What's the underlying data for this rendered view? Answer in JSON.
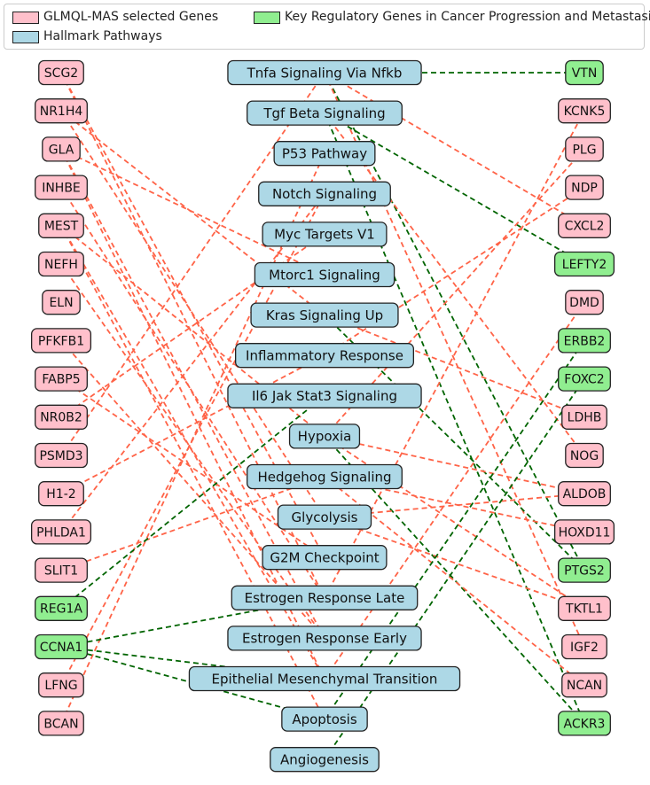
{
  "legend": {
    "genes": "GLMQL-MAS selected Genes",
    "pathways": "Hallmark Pathways",
    "key": "Key Regulatory Genes in Cancer Progression and Metastasis"
  },
  "colors": {
    "gene_fill": "#ffc0cb",
    "key_fill": "#90ee90",
    "pathway_fill": "#add8e6",
    "edge_gene": "#ff6347",
    "edge_key": "#006400",
    "stroke": "#222222"
  },
  "left_nodes": [
    {
      "id": "SCG2",
      "key": false
    },
    {
      "id": "NR1H4",
      "key": false
    },
    {
      "id": "GLA",
      "key": false
    },
    {
      "id": "INHBE",
      "key": false
    },
    {
      "id": "MEST",
      "key": false
    },
    {
      "id": "NEFH",
      "key": false
    },
    {
      "id": "ELN",
      "key": false
    },
    {
      "id": "PFKFB1",
      "key": false
    },
    {
      "id": "FABP5",
      "key": false
    },
    {
      "id": "NR0B2",
      "key": false
    },
    {
      "id": "PSMD3",
      "key": false
    },
    {
      "id": "H1-2",
      "key": false
    },
    {
      "id": "PHLDA1",
      "key": false
    },
    {
      "id": "SLIT1",
      "key": false
    },
    {
      "id": "REG1A",
      "key": true
    },
    {
      "id": "CCNA1",
      "key": true
    },
    {
      "id": "LFNG",
      "key": false
    },
    {
      "id": "BCAN",
      "key": false
    }
  ],
  "pathways": [
    "Tnfa Signaling Via Nfkb",
    "Tgf Beta Signaling",
    "P53 Pathway",
    "Notch Signaling",
    "Myc Targets V1",
    "Mtorc1 Signaling",
    "Kras Signaling Up",
    "Inflammatory Response",
    "Il6 Jak Stat3 Signaling",
    "Hypoxia",
    "Hedgehog Signaling",
    "Glycolysis",
    "G2M Checkpoint",
    "Estrogen Response Late",
    "Estrogen Response Early",
    "Epithelial Mesenchymal Transition",
    "Apoptosis",
    "Angiogenesis"
  ],
  "right_nodes": [
    {
      "id": "VTN",
      "key": true
    },
    {
      "id": "KCNK5",
      "key": false
    },
    {
      "id": "PLG",
      "key": false
    },
    {
      "id": "NDP",
      "key": false
    },
    {
      "id": "CXCL2",
      "key": false
    },
    {
      "id": "LEFTY2",
      "key": true
    },
    {
      "id": "DMD",
      "key": false
    },
    {
      "id": "ERBB2",
      "key": true
    },
    {
      "id": "FOXC2",
      "key": true
    },
    {
      "id": "LDHB",
      "key": false
    },
    {
      "id": "NOG",
      "key": false
    },
    {
      "id": "ALDOB",
      "key": false
    },
    {
      "id": "HOXD11",
      "key": false
    },
    {
      "id": "PTGS2",
      "key": true
    },
    {
      "id": "TKTL1",
      "key": false
    },
    {
      "id": "IGF2",
      "key": false
    },
    {
      "id": "NCAN",
      "key": false
    },
    {
      "id": "ACKR3",
      "key": true
    }
  ],
  "edges": [
    [
      "SCG2",
      "G2M Checkpoint"
    ],
    [
      "SCG2",
      "Estrogen Response Late"
    ],
    [
      "NR1H4",
      "Kras Signaling Up"
    ],
    [
      "NR1H4",
      "Glycolysis"
    ],
    [
      "GLA",
      "Mtorc1 Signaling"
    ],
    [
      "GLA",
      "Estrogen Response Early"
    ],
    [
      "GLA",
      "Epithelial Mesenchymal Transition"
    ],
    [
      "INHBE",
      "Estrogen Response Late"
    ],
    [
      "MEST",
      "Hypoxia"
    ],
    [
      "MEST",
      "Epithelial Mesenchymal Transition"
    ],
    [
      "MEST",
      "Apoptosis"
    ],
    [
      "NEFH",
      "Estrogen Response Early"
    ],
    [
      "PFKFB1",
      "Estrogen Response Early"
    ],
    [
      "FABP5",
      "G2M Checkpoint"
    ],
    [
      "NR0B2",
      "Myc Targets V1"
    ],
    [
      "PSMD3",
      "Tnfa Signaling Via Nfkb"
    ],
    [
      "H1-2",
      "Inflammatory Response"
    ],
    [
      "PHLDA1",
      "Notch Signaling"
    ],
    [
      "SLIT1",
      "Hedgehog Signaling"
    ],
    [
      "LFNG",
      "Notch Signaling"
    ],
    [
      "BCAN",
      "P53 Pathway"
    ],
    [
      "REG1A",
      "Il6 Jak Stat3 Signaling"
    ],
    [
      "CCNA1",
      "Estrogen Response Late"
    ],
    [
      "CCNA1",
      "Apoptosis"
    ],
    [
      "CCNA1",
      "Epithelial Mesenchymal Transition"
    ],
    [
      "Tnfa Signaling Via Nfkb",
      "VTN"
    ],
    [
      "Tnfa Signaling Via Nfkb",
      "CXCL2"
    ],
    [
      "Tnfa Signaling Via Nfkb",
      "PTGS2"
    ],
    [
      "Tnfa Signaling Via Nfkb",
      "IGF2"
    ],
    [
      "Tgf Beta Signaling",
      "LEFTY2"
    ],
    [
      "Tgf Beta Signaling",
      "NOG"
    ],
    [
      "Tgf Beta Signaling",
      "ACKR3"
    ],
    [
      "Inflammatory Response",
      "NDP"
    ],
    [
      "Estrogen Response Late",
      "KCNK5"
    ],
    [
      "Kras Signaling Up",
      "LDHB"
    ],
    [
      "Kras Signaling Up",
      "PTGS2"
    ],
    [
      "Hypoxia",
      "PLG"
    ],
    [
      "Hypoxia",
      "ALDOB"
    ],
    [
      "Hypoxia",
      "TKTL1"
    ],
    [
      "Hypoxia",
      "ACKR3"
    ],
    [
      "Hedgehog Signaling",
      "HOXD11"
    ],
    [
      "Hedgehog Signaling",
      "NCAN"
    ],
    [
      "Glycolysis",
      "ALDOB"
    ],
    [
      "Glycolysis",
      "TKTL1"
    ],
    [
      "Epithelial Mesenchymal Transition",
      "DMD"
    ],
    [
      "Apoptosis",
      "ERBB2"
    ],
    [
      "Angiogenesis",
      "FOXC2"
    ]
  ]
}
